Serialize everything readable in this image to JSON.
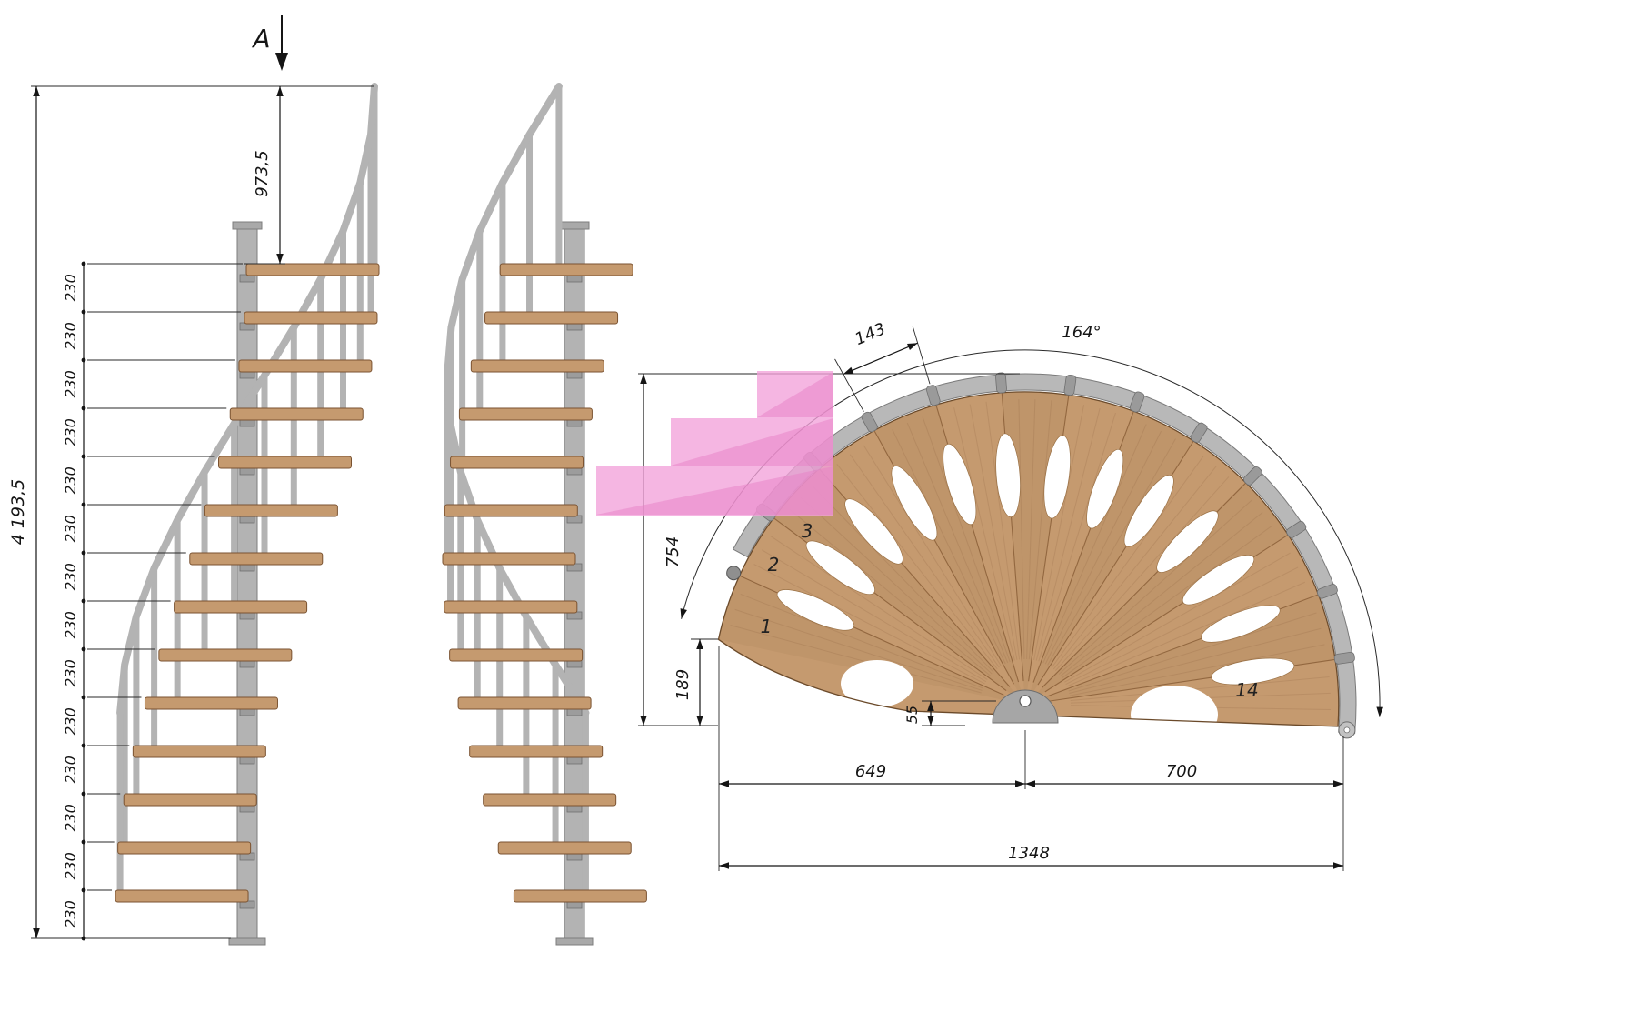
{
  "drawing": {
    "section_marker": "A",
    "elevation": {
      "total_height": "4 193,5",
      "top_rise": "973,5",
      "step_rise": "230",
      "step_rise_count": 14
    },
    "plan": {
      "tread_width": "143",
      "sweep_angle": "164°",
      "height": "754",
      "start_drop": "189",
      "pole_offset": "55",
      "left_run": "649",
      "right_run": "700",
      "total_width": "1348",
      "tread_numbers": [
        "1",
        "2",
        "3",
        "14"
      ]
    }
  },
  "colors": {
    "wood": "#c59a6f",
    "wood_edge": "#7a5230",
    "steel": "#b3b3b3",
    "steel_dark": "#7d7d7d",
    "highlight_pink": "#f2a2da",
    "highlight_pink_deep": "#e77fc6",
    "line": "#1a1a1a"
  }
}
